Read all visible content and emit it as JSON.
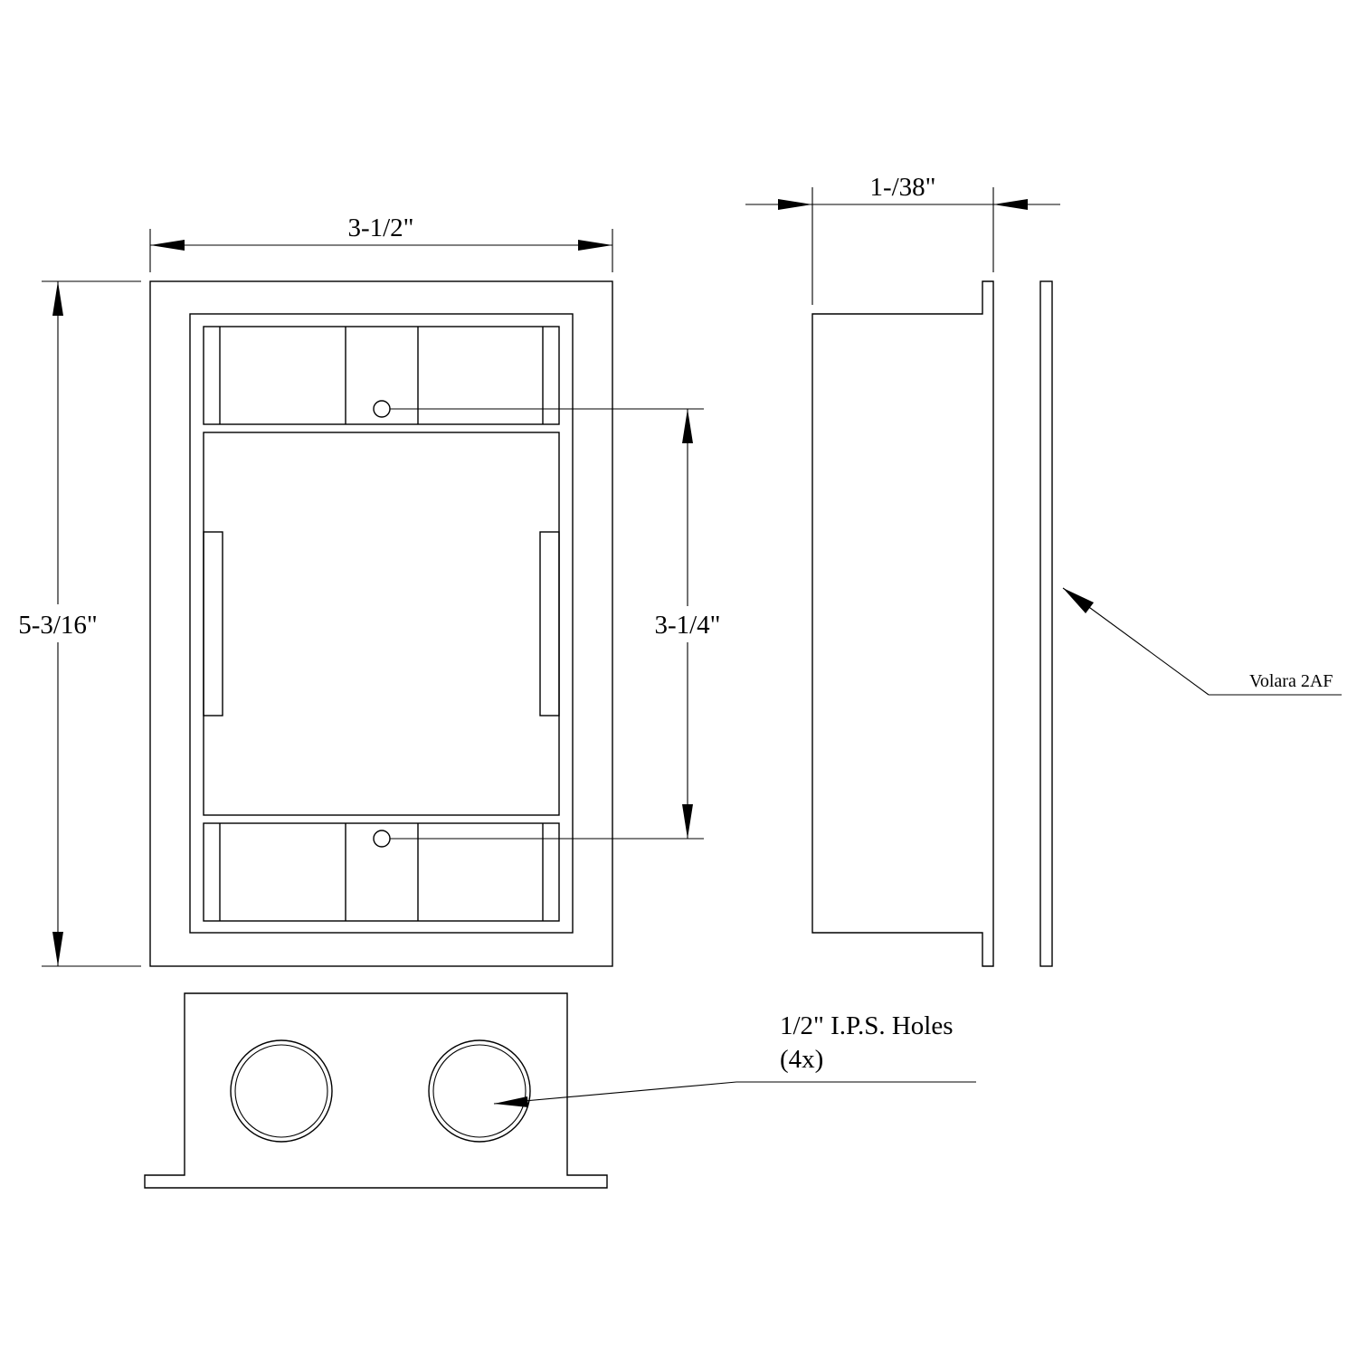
{
  "dimensions": {
    "width": "3-1/2\"",
    "height": "5-3/16\"",
    "hole_spacing": "3-1/4\"",
    "depth": "1-/38\""
  },
  "callouts": {
    "panel": "Volara 2AF",
    "holes_line1": "1/2\" I.P.S. Holes",
    "holes_line2": "(4x)"
  }
}
